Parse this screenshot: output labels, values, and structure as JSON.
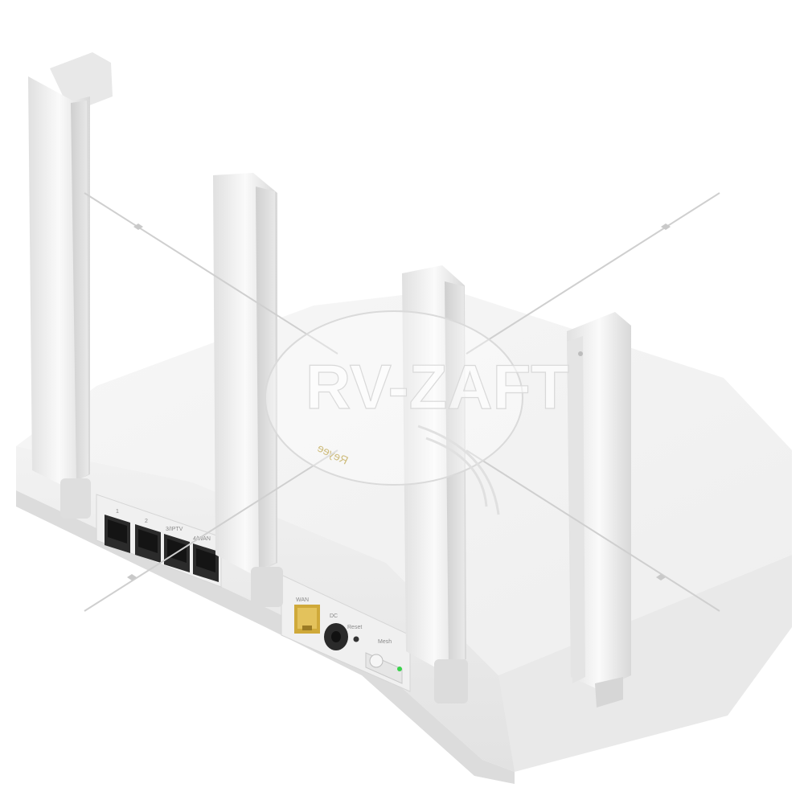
{
  "image": {
    "subject": "router",
    "background_color": "#ffffff",
    "body_color": "#f4f4f4",
    "antenna_count": 4
  },
  "watermark": {
    "text": "RV-ZAFT",
    "color": "#d9d9d9"
  },
  "brand": {
    "text": "Reyee",
    "color": "#b59a3a"
  },
  "ports": {
    "lan": [
      {
        "label": "1"
      },
      {
        "label": "2"
      },
      {
        "label": "3/IPTV"
      },
      {
        "label": "4/WAN"
      }
    ],
    "wan_label": "WAN",
    "wan_color": "#d9b84a",
    "dc_label": "DC",
    "reset_label": "Reset",
    "mesh_label": "Mesh",
    "led_color": "#39d24a"
  }
}
